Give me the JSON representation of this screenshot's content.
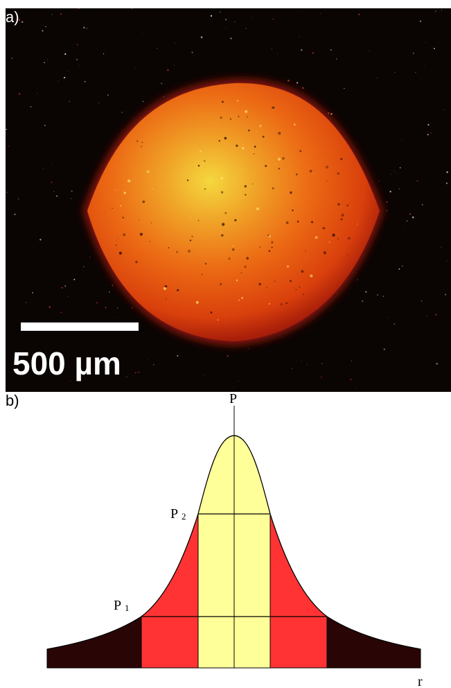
{
  "panel_a": {
    "label": "a)",
    "scale_bar_text": "500 µm"
  },
  "panel_b": {
    "label": "b)",
    "axis_y_label": "P",
    "axis_x_label": "r",
    "p2_label": "P",
    "p2_sub": "2",
    "p1_label": "P",
    "p1_sub": "1"
  },
  "colors": {
    "glow_center": "#f5d23c",
    "glow_mid": "#f06a14",
    "glow_edge": "#a81e0a",
    "background_dark": "#0a0402",
    "zone_center": "#ffff99",
    "zone_middle": "#ff3333",
    "zone_outer": "#2a0505"
  }
}
